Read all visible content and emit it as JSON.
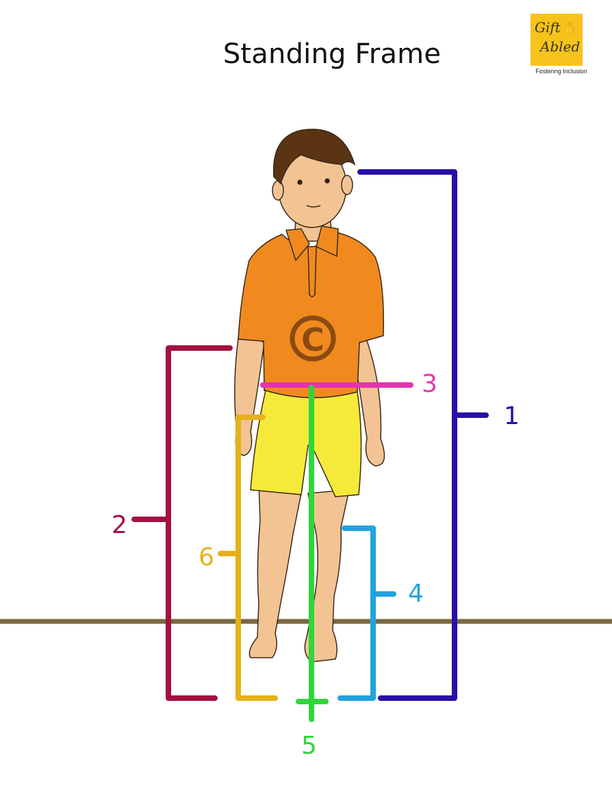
{
  "title": "Standing Frame",
  "logo": {
    "word1": "Gift",
    "word2": "Abled",
    "tagline": "Fostering Inclusion",
    "hands_icon": "hands-icon"
  },
  "measurements": [
    {
      "label": "1",
      "color": "#2a0fa6"
    },
    {
      "label": "2",
      "color": "#a3123f"
    },
    {
      "label": "3",
      "color": "#e533b0"
    },
    {
      "label": "4",
      "color": "#21a3e0"
    },
    {
      "label": "5",
      "color": "#2fd63a"
    },
    {
      "label": "6",
      "color": "#e6b118"
    }
  ],
  "colors": {
    "floor": "#7a6840",
    "shirt": "#f08a1e",
    "shorts": "#f5ea3a",
    "skin": "#f2c393",
    "hair": "#5a3413",
    "copyright_mark": "#8a4a12"
  },
  "copyright_symbol": "©"
}
